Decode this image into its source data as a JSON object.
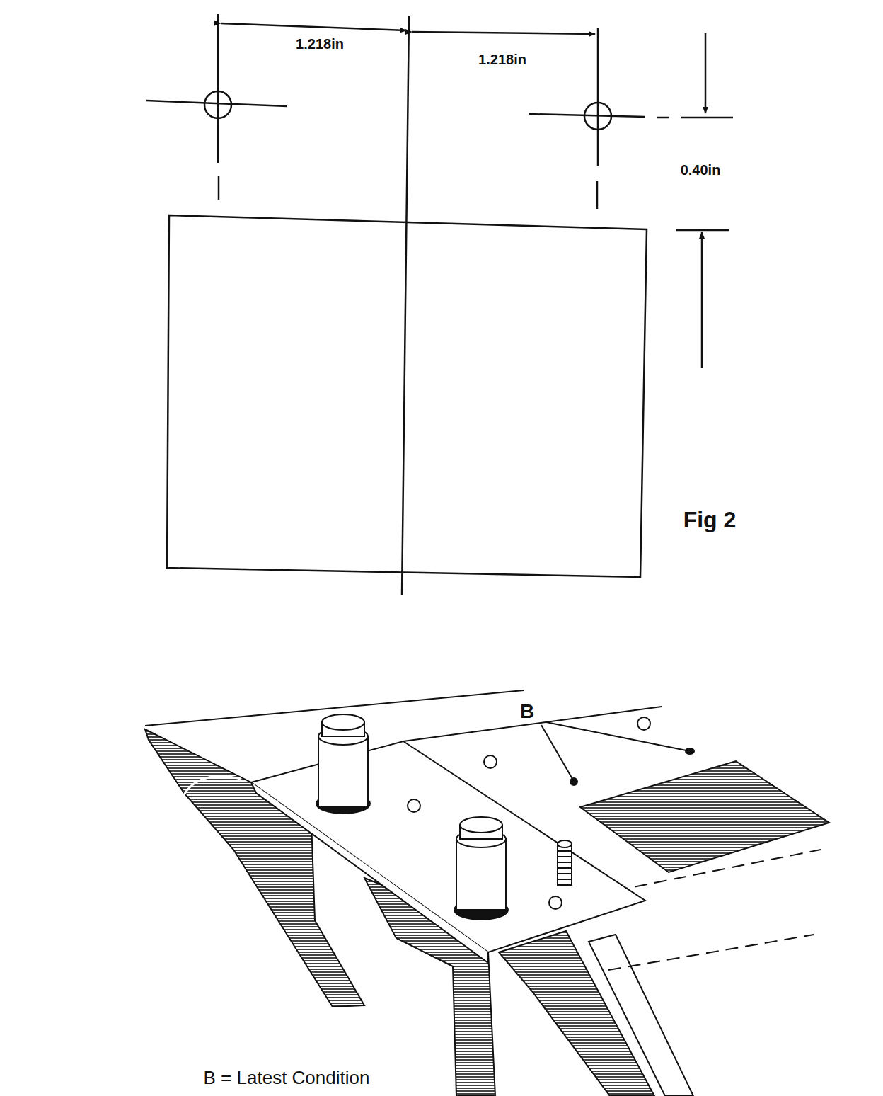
{
  "diagram": {
    "caption": "Fig 2",
    "labels": [
      "1.218in",
      "1.218in",
      "0.40in",
      "B",
      "B = Latest Condition"
    ]
  }
}
